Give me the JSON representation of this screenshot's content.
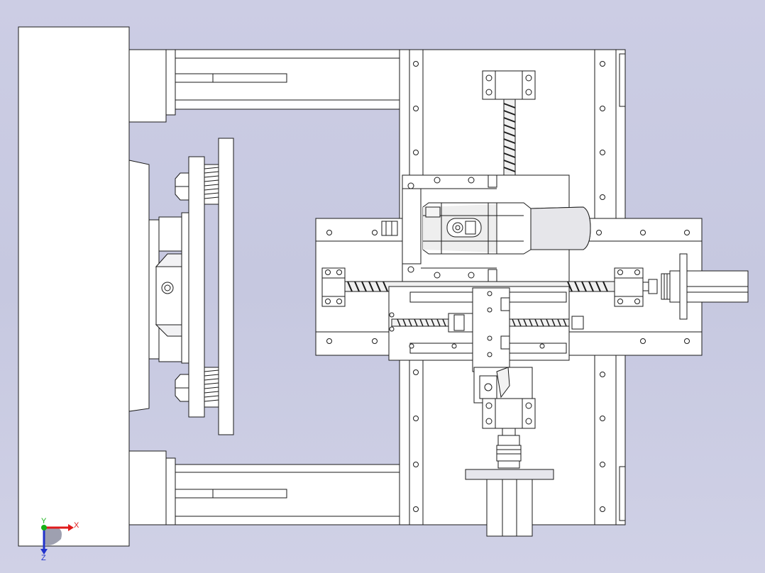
{
  "viewport": {
    "background_top": "#cccde4",
    "background_bottom": "#d0d1e6",
    "line_color": "#1a1a1a",
    "fill_color": "#ffffff",
    "shade_color": "#e9e9ef"
  },
  "triad": {
    "x_label": "X",
    "y_label": "Y",
    "z_label": "Z",
    "x_color": "#e01b1b",
    "y_color": "#16b116",
    "z_color": "#2233cc"
  }
}
